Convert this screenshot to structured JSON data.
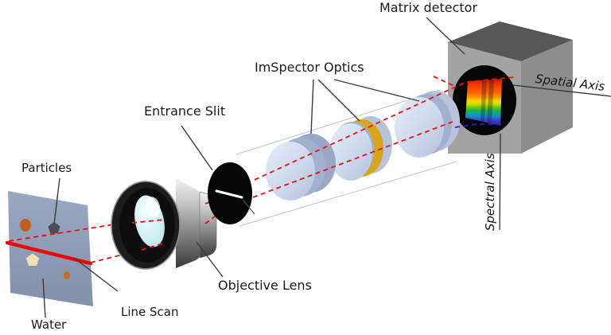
{
  "diagram": {
    "labels": {
      "matrix_detector": "Matrix detector",
      "imspector_optics": "ImSpector Optics",
      "entrance_slit": "Entrance Slit",
      "objective_lens": "Objective Lens",
      "particles": "Particles",
      "water": "Water",
      "line_scan": "Line Scan",
      "spatial_axis": "Spatial Axis",
      "spectral_axis": "Spectral Axis"
    },
    "colors": {
      "background": "#ffffff",
      "label_text": "#1a1a1a",
      "pointer_line": "#3c3c3c",
      "beam_red": "#e81111",
      "beam_blue": "#2222cc",
      "scan_line_red": "#ee0505",
      "water_panel": "#8e9cb6",
      "particle_orange": "#c06018",
      "particle_dark": "#4c4c55",
      "particle_pale": "#f0e2ae",
      "lens_body_blue": "#a3b0cf",
      "lens_tail_light": "#b8c3da",
      "pgp_gold_ring": "#d9a41e",
      "cube_front": "#a3a3a3",
      "cube_top": "#575757",
      "cube_side": "#8d8d8d",
      "detector_aperture": "#050505",
      "tube_outline": "#c4c4c4"
    }
  }
}
